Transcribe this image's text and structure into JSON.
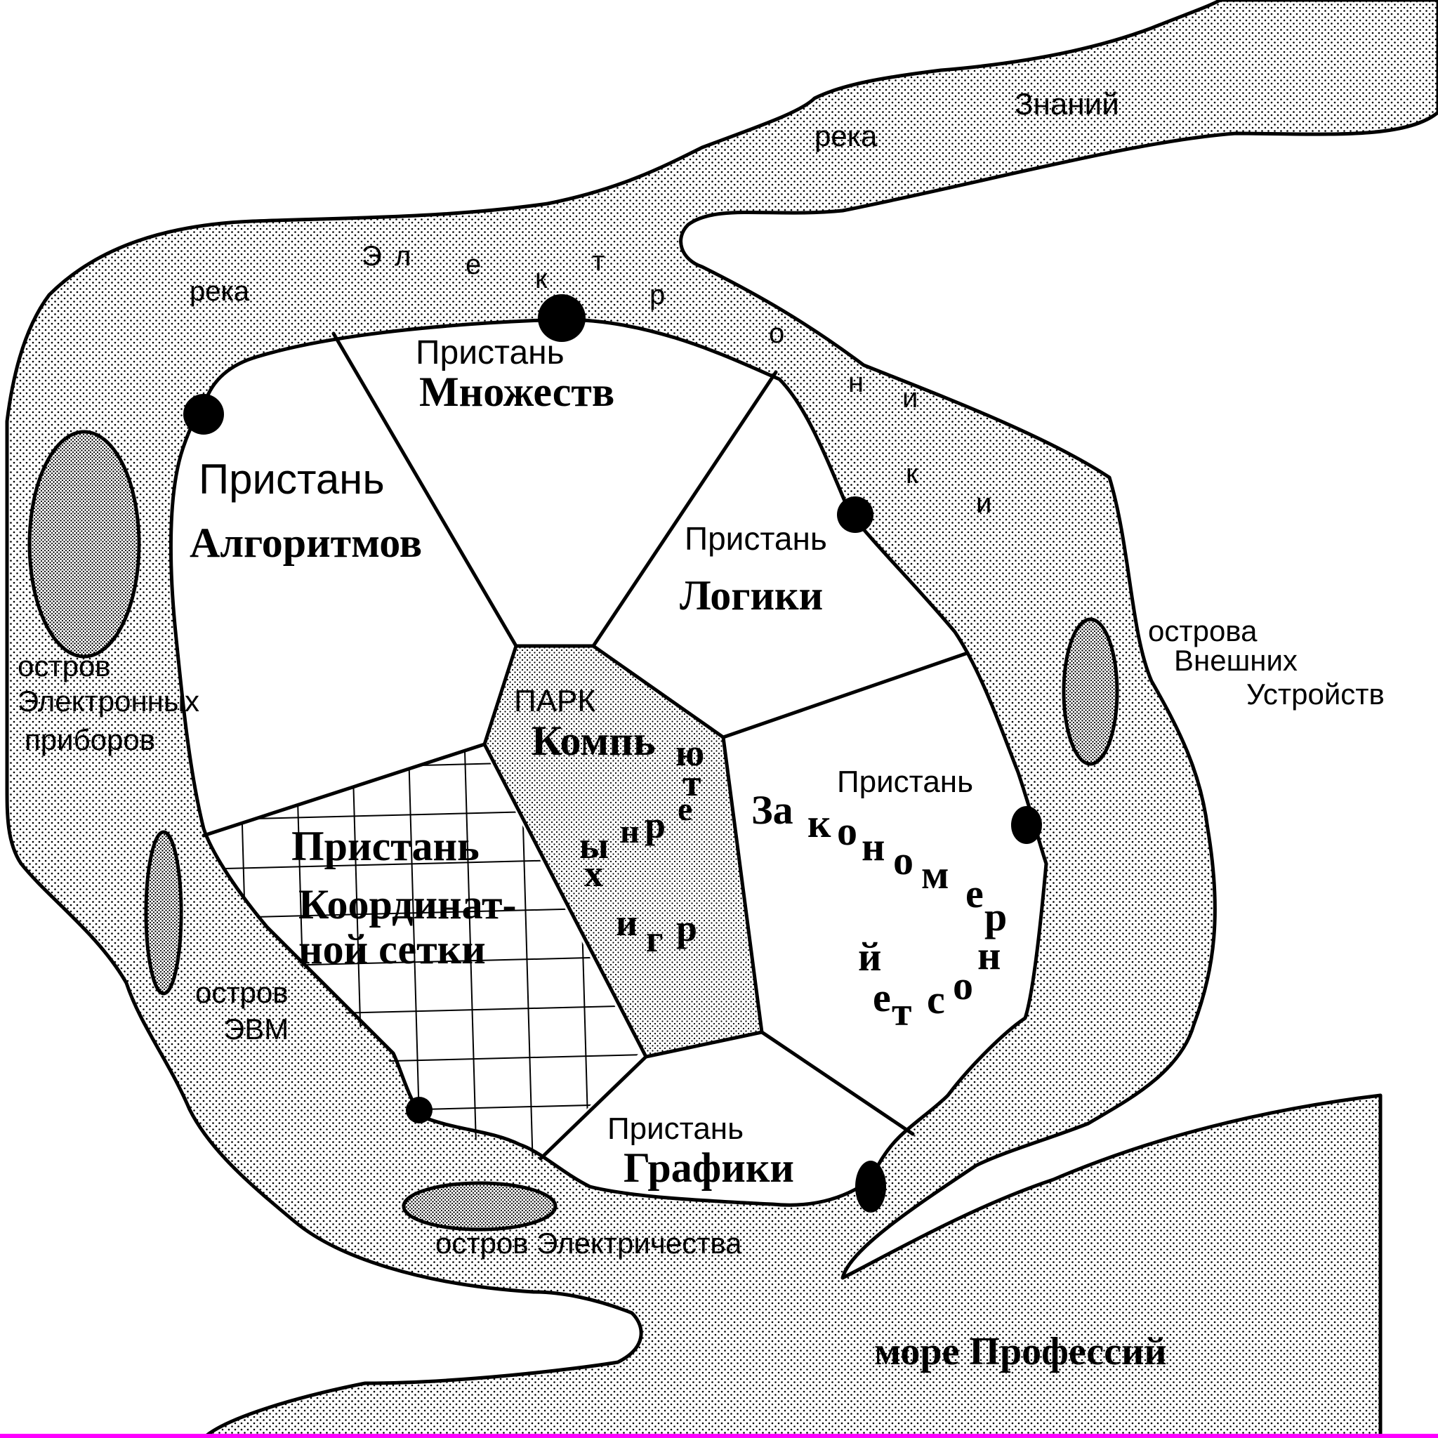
{
  "colors": {
    "ink": "#000000",
    "paper": "#ffffff",
    "water_dots": "#000000",
    "bottom_edge": "#ff00ff"
  },
  "labels": {
    "river_knowledge_1": "река",
    "river_knowledge_2": "Знаний",
    "river_electronics_1": "река",
    "river_electronics_letters": [
      "Э",
      "л",
      "е",
      "к",
      "т",
      "р",
      "о",
      "н",
      "и",
      "к",
      "и"
    ],
    "pier_sets_1": "Пристань",
    "pier_sets_2": "Множеств",
    "pier_algo_1": "Пристань",
    "pier_algo_2": "Алгоритмов",
    "pier_logic_1": "Пристань",
    "pier_logic_2": "Логики",
    "park_1": "ПАРК",
    "park_2": "Компь",
    "park_letters": [
      "ю",
      "т",
      "е",
      "р",
      "н",
      "ы",
      "х",
      "и",
      "г",
      "р"
    ],
    "pier_patterns_1": "Пристань",
    "pier_patterns_letters": [
      "За",
      "к",
      "о",
      "н",
      "о",
      "м",
      "е",
      "р",
      "н",
      "о",
      "с",
      "т",
      "е",
      "й"
    ],
    "pier_coord_1": "Пристань",
    "pier_coord_2": "Координат-",
    "pier_coord_3": "ной сетки",
    "pier_graphics_1": "Пристань",
    "pier_graphics_2": "Графики",
    "island_electronic_1": "остров",
    "island_electronic_2": "Электронных",
    "island_electronic_3": "приборов",
    "island_evm_1": "остров",
    "island_evm_2": "ЭВМ",
    "islands_devices_1": "острова",
    "islands_devices_2": "Внешних",
    "islands_devices_3": "Устройств",
    "island_electricity": "остров Электричества",
    "sea": "море Профессий"
  }
}
